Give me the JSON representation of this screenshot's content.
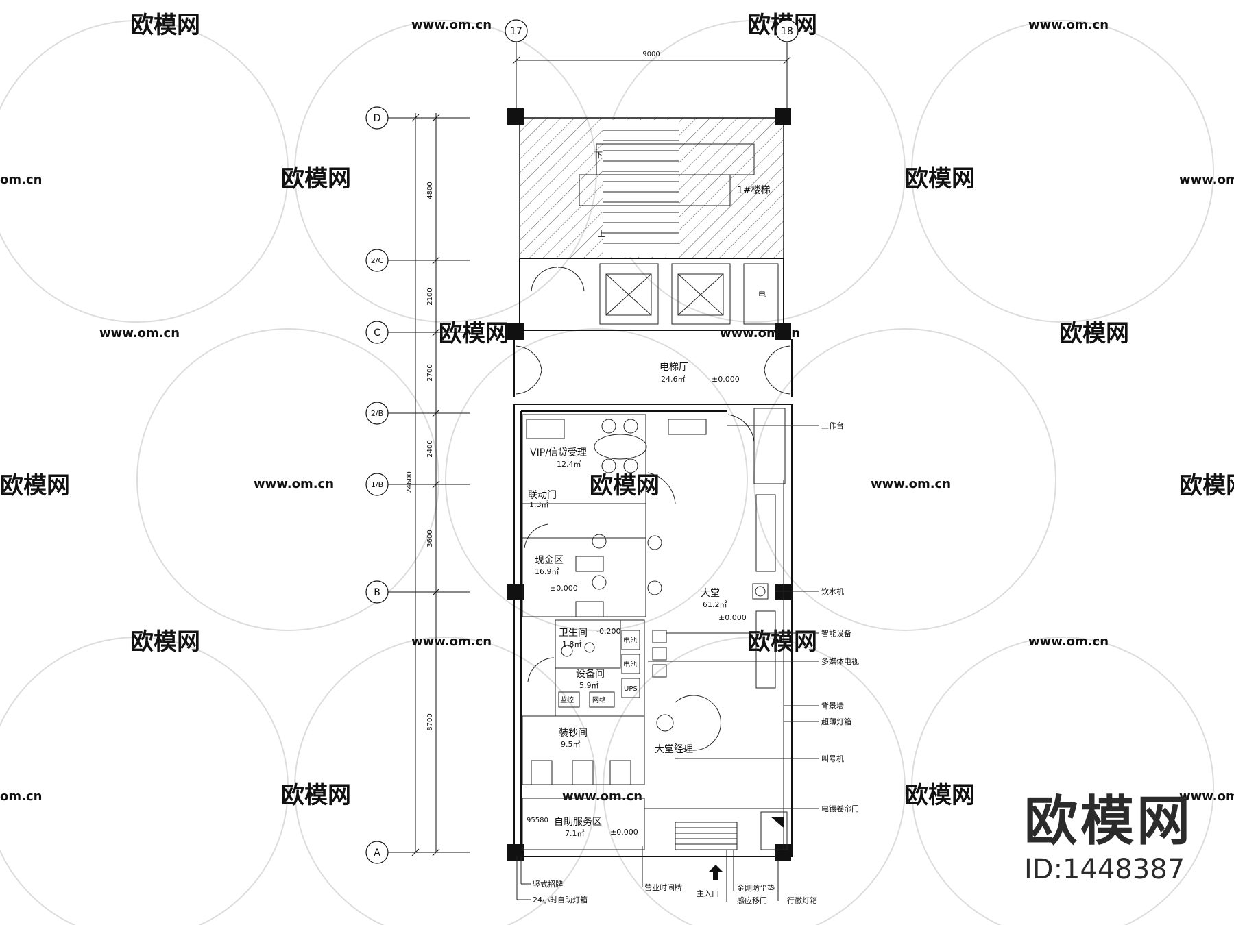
{
  "watermark": {
    "brand": "欧模网",
    "url": "www.om.cn",
    "url_short": "om.cn"
  },
  "axes": {
    "columns": [
      "17",
      "18"
    ],
    "rows": [
      "D",
      "2/C",
      "C",
      "2/B",
      "1/B",
      "B",
      "A"
    ]
  },
  "dimensions": {
    "top": "9000",
    "left": [
      "4800",
      "2100",
      "2700",
      "2400",
      "3600",
      "8700"
    ],
    "left_total": "24600"
  },
  "rooms": {
    "stair": {
      "name": "1#楼梯",
      "down": "下",
      "up": "上"
    },
    "elevator_hall": {
      "name": "电梯厅",
      "area": "24.6㎡",
      "level": "±0.000"
    },
    "elec": "电",
    "vip": {
      "name": "VIP/信贷受理",
      "area": "12.4㎡"
    },
    "interlock": {
      "name": "联动门",
      "area": "1.3㎡"
    },
    "cash": {
      "name": "现金区",
      "area": "16.9㎡",
      "level": "±0.000"
    },
    "wc": {
      "name": "卫生间",
      "area": "1.8㎡",
      "level": "-0.200"
    },
    "equipment": {
      "name": "设备间",
      "area": "5.9㎡",
      "battery1": "电池",
      "battery2": "电池",
      "ups": "UPS",
      "monitor": "监控",
      "network": "网络"
    },
    "cash_load": {
      "name": "装钞间",
      "area": "9.5㎡"
    },
    "self_service": {
      "name": "自助服务区",
      "area": "7.1㎡",
      "level": "±0.000",
      "code": "95580"
    },
    "lobby": {
      "name": "大堂",
      "area": "61.2㎡",
      "level": "±0.000",
      "counter": "大堂经理"
    }
  },
  "callouts": {
    "workbench": "工作台",
    "water": "饮水机",
    "smart": "智能设备",
    "tv": "多媒体电视",
    "bgwall": "背景墙",
    "lightbox": "超薄灯箱",
    "queue": "叫号机",
    "shutter": "电镀卷帘门",
    "sign_vertical": "竖式招牌",
    "sign_24h": "24小时自助灯箱",
    "hours": "营业时间牌",
    "entrance": "主入口",
    "mat": "金刚防尘垫",
    "auto_door": "感应移门",
    "bank_box": "行徽灯箱"
  },
  "brand": {
    "name": "欧模网",
    "id": "ID:1448387"
  }
}
